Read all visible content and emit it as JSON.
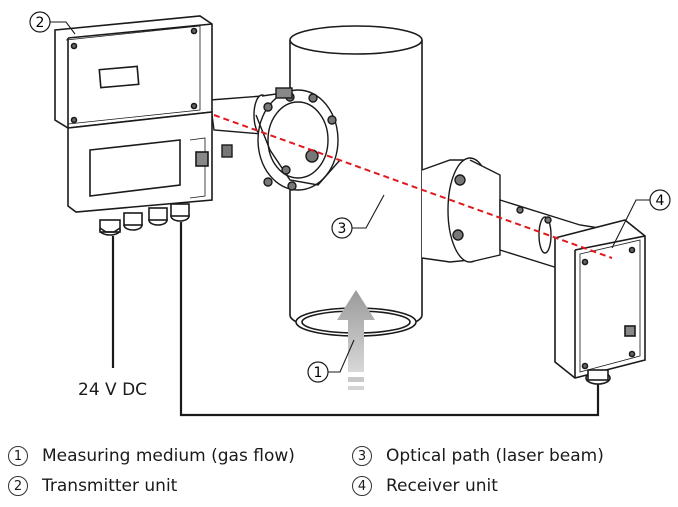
{
  "diagram": {
    "supply_label": "24 V DC",
    "callouts": [
      "1",
      "2",
      "3",
      "4"
    ]
  },
  "legend": [
    {
      "num": "1",
      "text": "Measuring medium (gas flow)"
    },
    {
      "num": "2",
      "text": "Transmitter unit"
    },
    {
      "num": "3",
      "text": "Optical path (laser beam)"
    },
    {
      "num": "4",
      "text": "Receiver unit"
    }
  ],
  "colors": {
    "laser": "#e0191f",
    "line": "#1a1a1a",
    "flow_arrow": "#b8b8b8"
  }
}
